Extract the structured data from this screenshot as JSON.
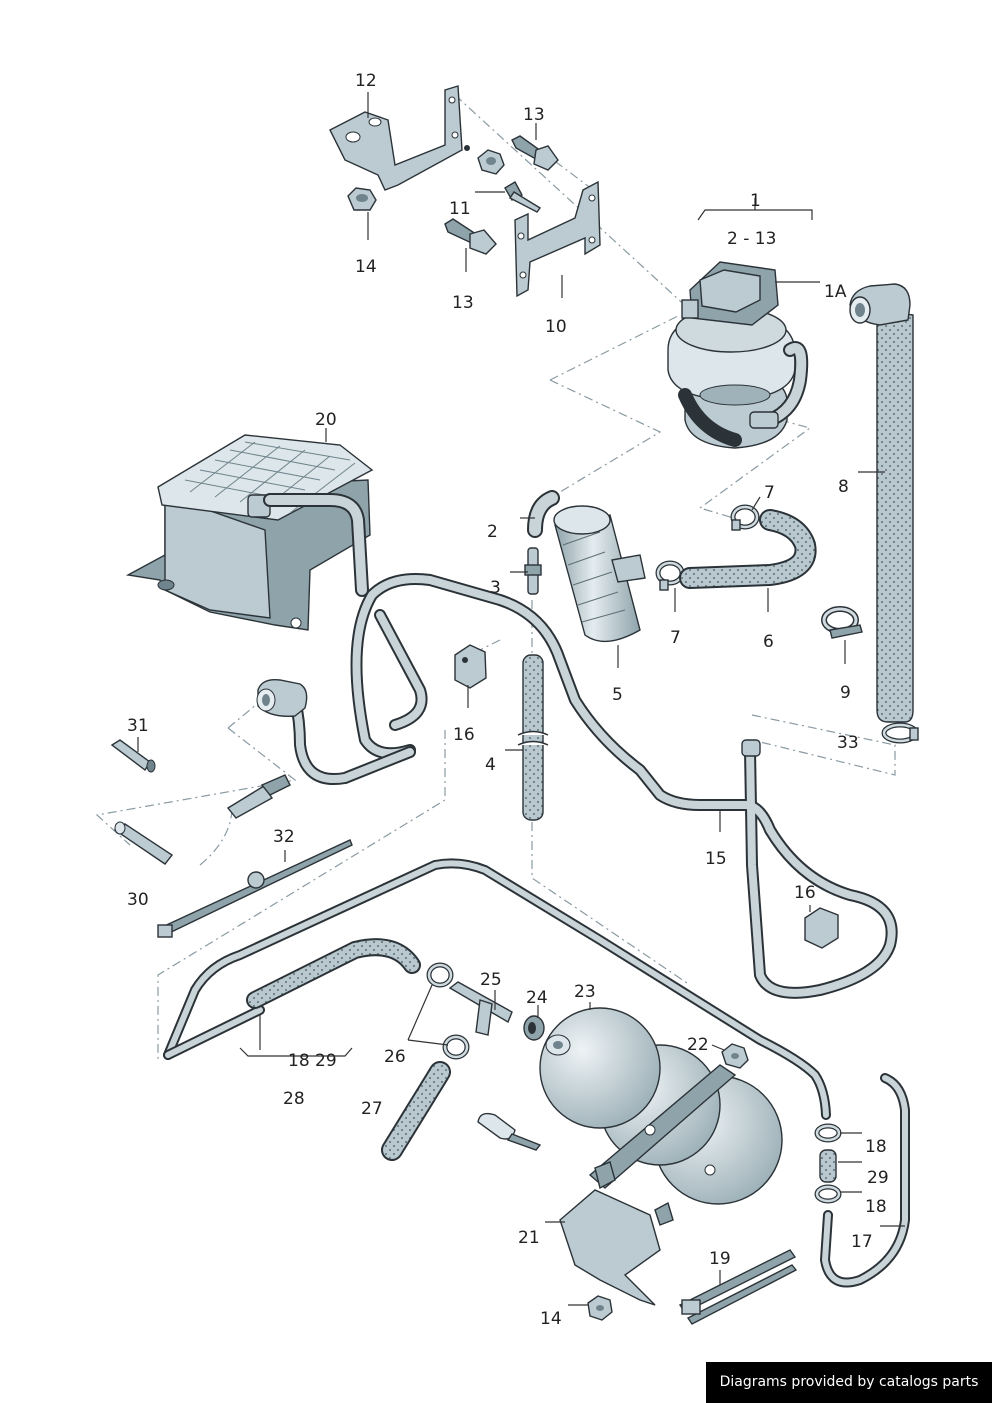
{
  "callouts": {
    "c1": "1",
    "c1_range": "2 - 13",
    "c1a": "1A",
    "c2": "2",
    "c3": "3",
    "c4": "4",
    "c5": "5",
    "c6": "6",
    "c7a": "7",
    "c7b": "7",
    "c8": "8",
    "c9": "9",
    "c10": "10",
    "c11": "11",
    "c12": "12",
    "c13a": "13",
    "c13b": "13",
    "c14a": "14",
    "c14b": "14",
    "c15": "15",
    "c16a": "16",
    "c16b": "16",
    "c17": "17",
    "c18a": "18",
    "c18b": "18",
    "c18_29": "18 29",
    "c19": "19",
    "c20": "20",
    "c21": "21",
    "c22": "22",
    "c23": "23",
    "c24": "24",
    "c25": "25",
    "c26": "26",
    "c27": "27",
    "c28": "28",
    "c29": "29",
    "c30": "30",
    "c31": "31",
    "c32": "32",
    "c33": "33"
  },
  "footer": {
    "text": "Diagrams provided by catalogs parts"
  }
}
